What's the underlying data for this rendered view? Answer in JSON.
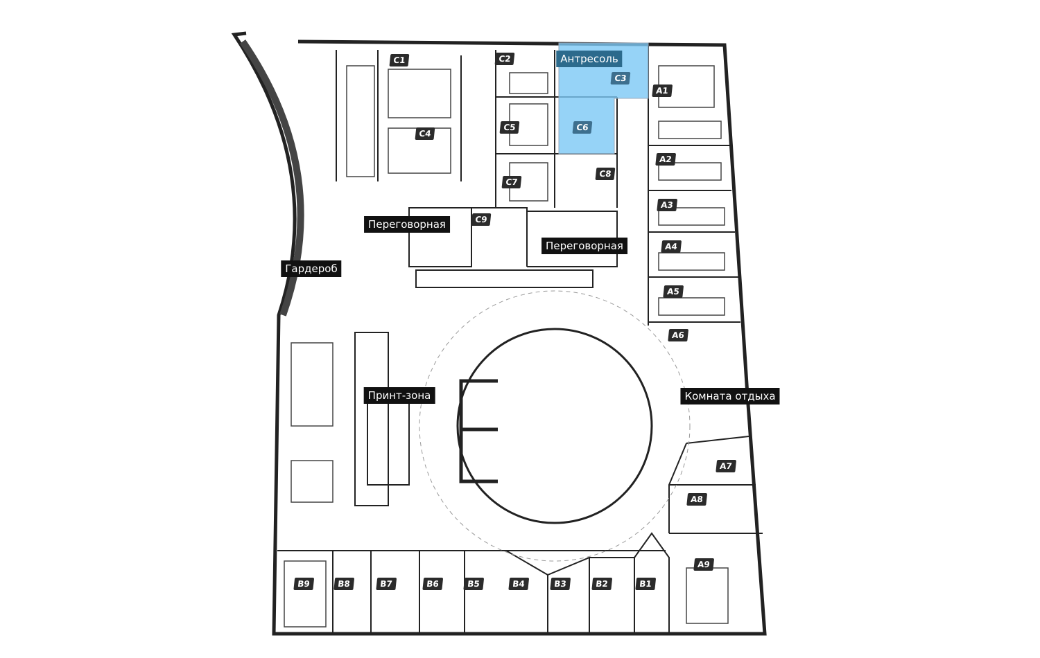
{
  "highlight_color": "#7cc8f5",
  "zones": {
    "mezzanine": "Антресоль",
    "meeting_left": "Переговорная",
    "meeting_right": "Переговорная",
    "wardrobe": "Гардероб",
    "print_zone": "Принт-зона",
    "lounge": "Комната отдыха"
  },
  "rooms": {
    "C1": "C1",
    "C2": "C2",
    "C3": "C3",
    "C4": "C4",
    "C5": "C5",
    "C6": "C6",
    "C7": "C7",
    "C8": "C8",
    "C9": "C9",
    "A1": "A1",
    "A2": "A2",
    "A3": "A3",
    "A4": "A4",
    "A5": "A5",
    "A6": "A6",
    "A7": "A7",
    "A8": "A8",
    "A9": "A9",
    "B1": "B1",
    "B2": "B2",
    "B3": "B3",
    "B4": "B4",
    "B5": "B5",
    "B6": "B6",
    "B7": "B7",
    "B8": "B8",
    "B9": "B9"
  },
  "selected_rooms": [
    "C3",
    "C6"
  ]
}
